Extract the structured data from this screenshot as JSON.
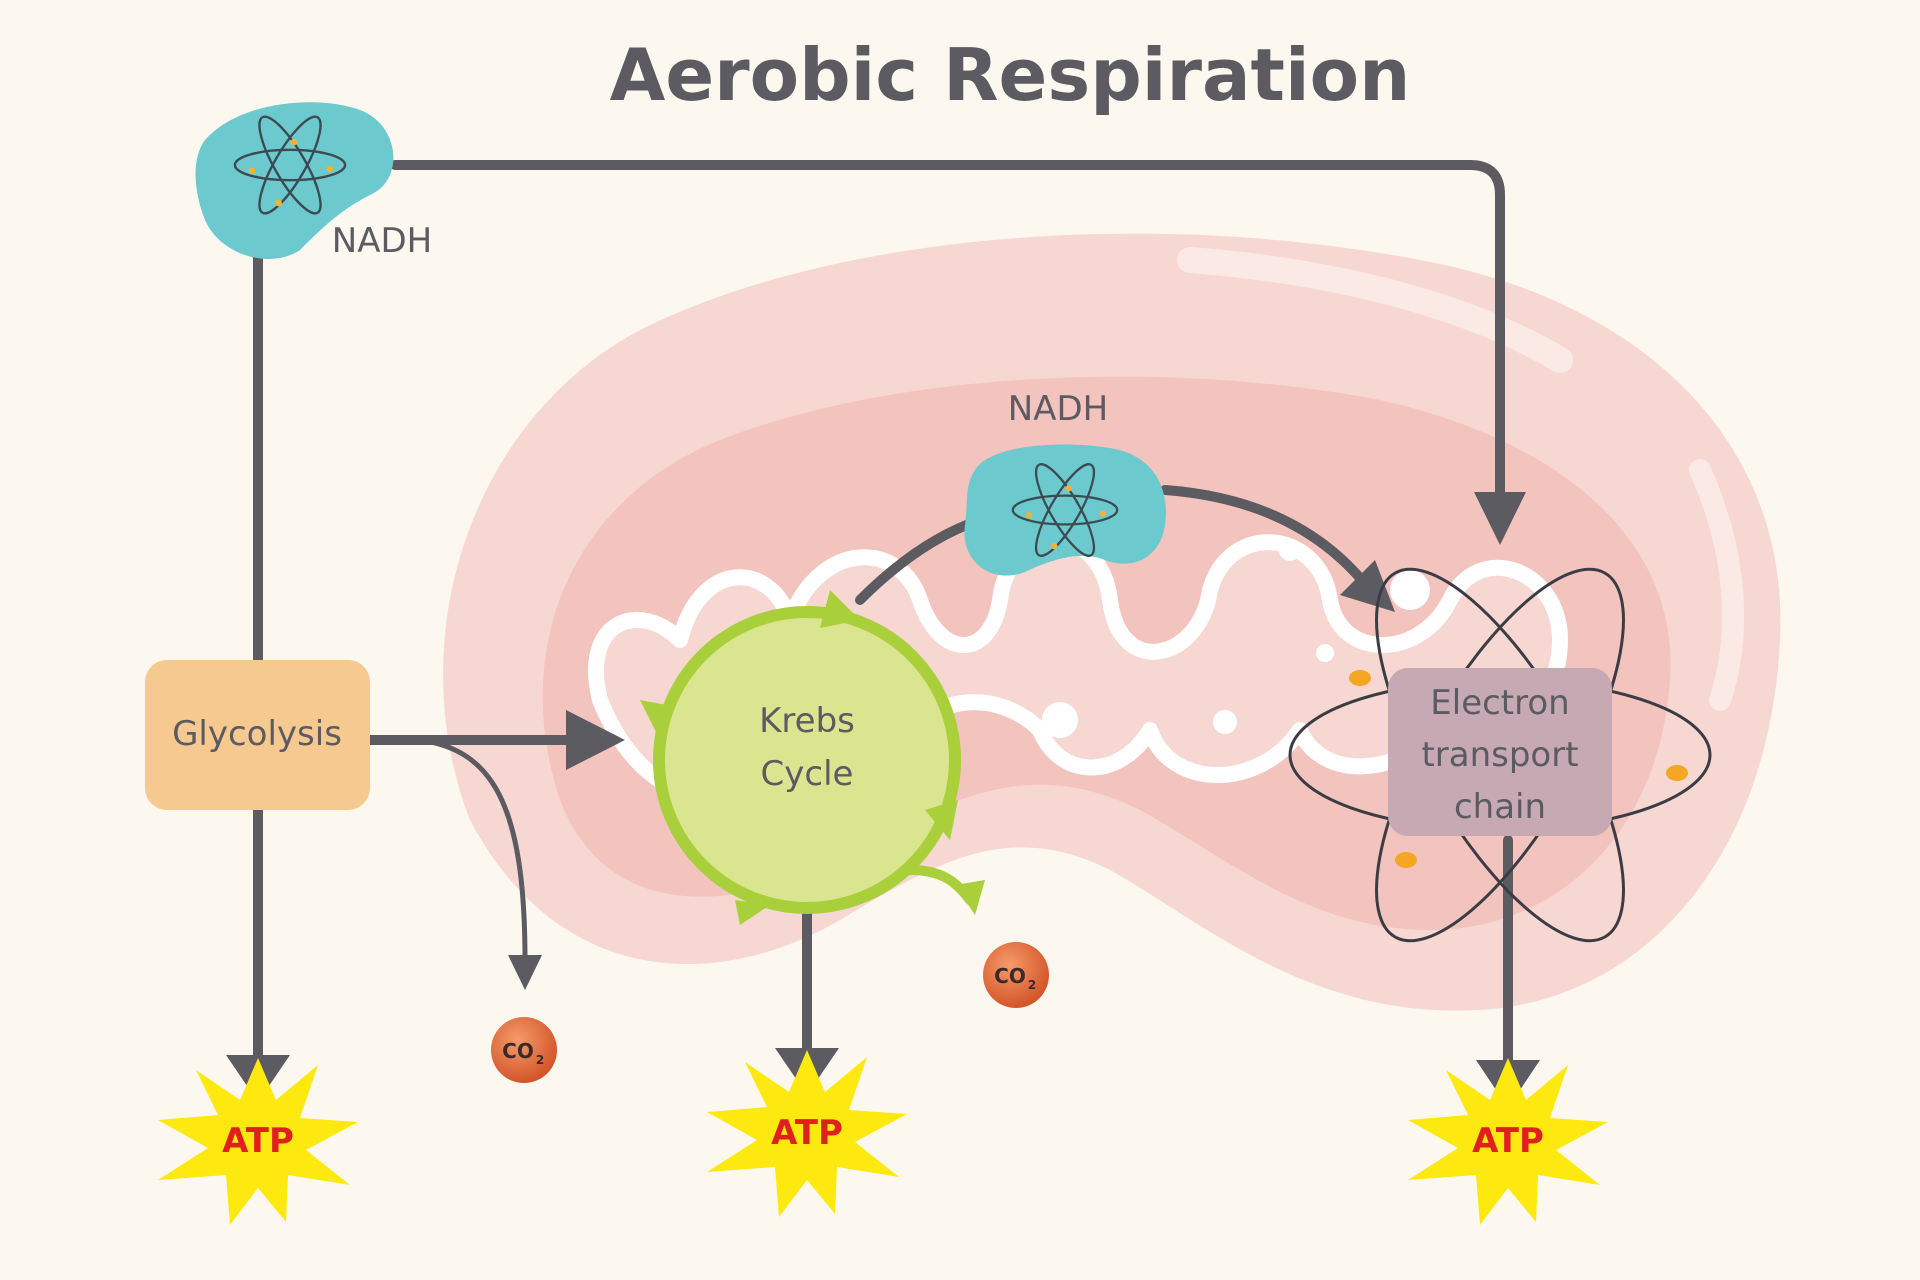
{
  "title": "Aerobic Respiration",
  "labels": {
    "nadh_top": "NADH",
    "nadh_mid": "NADH",
    "glycolysis": "Glycolysis",
    "krebs_line1": "Krebs",
    "krebs_line2": "Cycle",
    "etc_line1": "Electron",
    "etc_line2": "transport",
    "etc_line3": "chain",
    "co2_left": "CO",
    "co2_left_sub": "2",
    "co2_right": "CO",
    "co2_right_sub": "2",
    "atp_left": "ATP",
    "atp_middle": "ATP",
    "atp_right": "ATP"
  },
  "colors": {
    "background": "#fcf8ef",
    "mitochondrion_outer": "#f7d7d1",
    "mitochondrion_inner": "#f3c2bb",
    "nadh_blob": "#6cc9cd",
    "glycolysis_box": "#f5c98f",
    "krebs_fill": "#d9e58f",
    "krebs_ring": "#a9cf3a",
    "etc_box": "#c7a9b4",
    "co2": "#e06a35",
    "atp_burst": "#fde90f",
    "atp_text": "#e0201c",
    "arrows": "#5b5b61"
  }
}
